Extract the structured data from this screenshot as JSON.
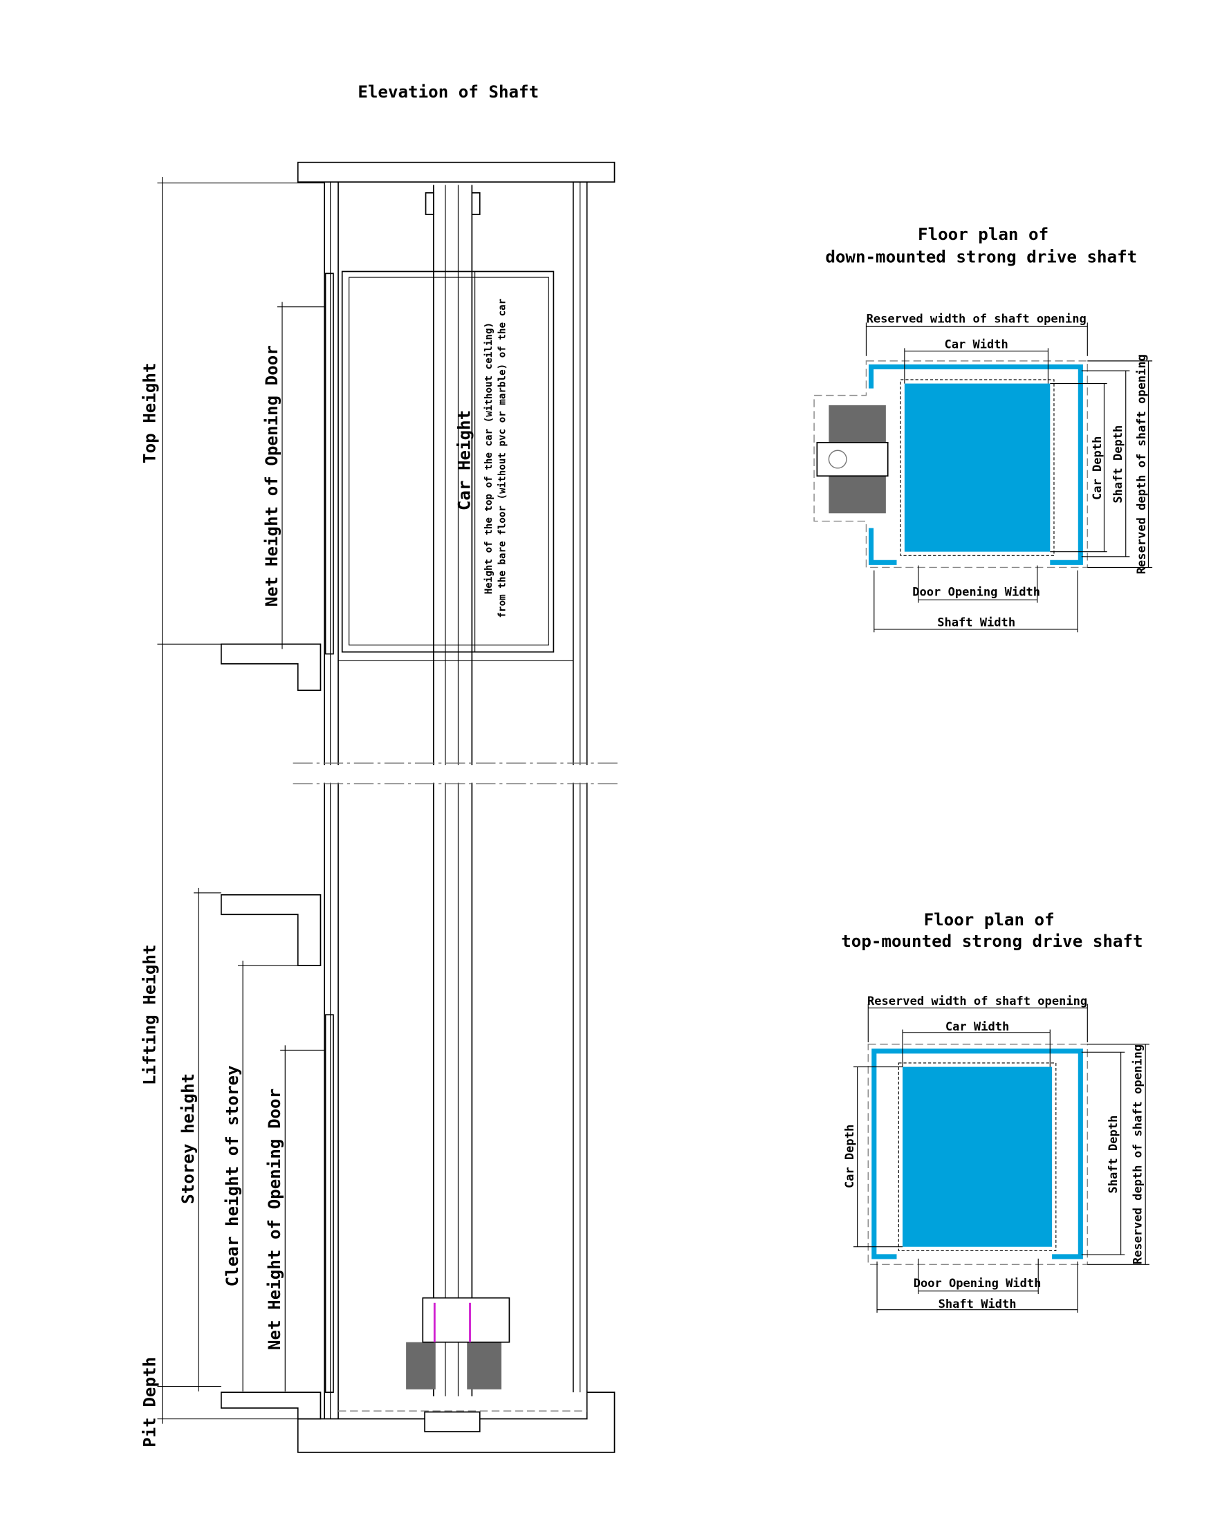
{
  "elevation": {
    "title": "Elevation of Shaft",
    "labels": {
      "top_height": "Top Height",
      "lifting_height": "Lifting Height",
      "pit_depth": "Pit Depth",
      "storey_height": "Storey height",
      "clear_height": "Clear height of storey",
      "net_height_upper": "Net Height of Opening Door",
      "net_height_lower": "Net Height of Opening Door",
      "car_height": "Car Height",
      "car_height_note_1": "Height of the top of the car (without ceiling)",
      "car_height_note_2": "from the bare floor (without pvc or marble) of the car"
    }
  },
  "plan_down": {
    "title_1": "Floor plan of",
    "title_2": "down-mounted strong drive shaft",
    "reserved_width": "Reserved width of shaft opening",
    "car_width": "Car Width",
    "car_depth": "Car Depth",
    "shaft_depth": "Shaft Depth",
    "reserved_depth": "Reserved depth of shaft opening",
    "door_width": "Door Opening Width",
    "shaft_width": "Shaft Width"
  },
  "plan_top": {
    "title_1": "Floor plan of",
    "title_2": "top-mounted strong drive shaft",
    "reserved_width": "Reserved width of shaft opening",
    "car_width": "Car Width",
    "car_depth": "Car Depth",
    "shaft_depth": "Shaft Depth",
    "reserved_depth": "Reserved depth of shaft opening",
    "door_width": "Door Opening Width",
    "shaft_width": "Shaft Width"
  },
  "colors": {
    "car_fill": "#00a2dc",
    "line": "#000000"
  }
}
